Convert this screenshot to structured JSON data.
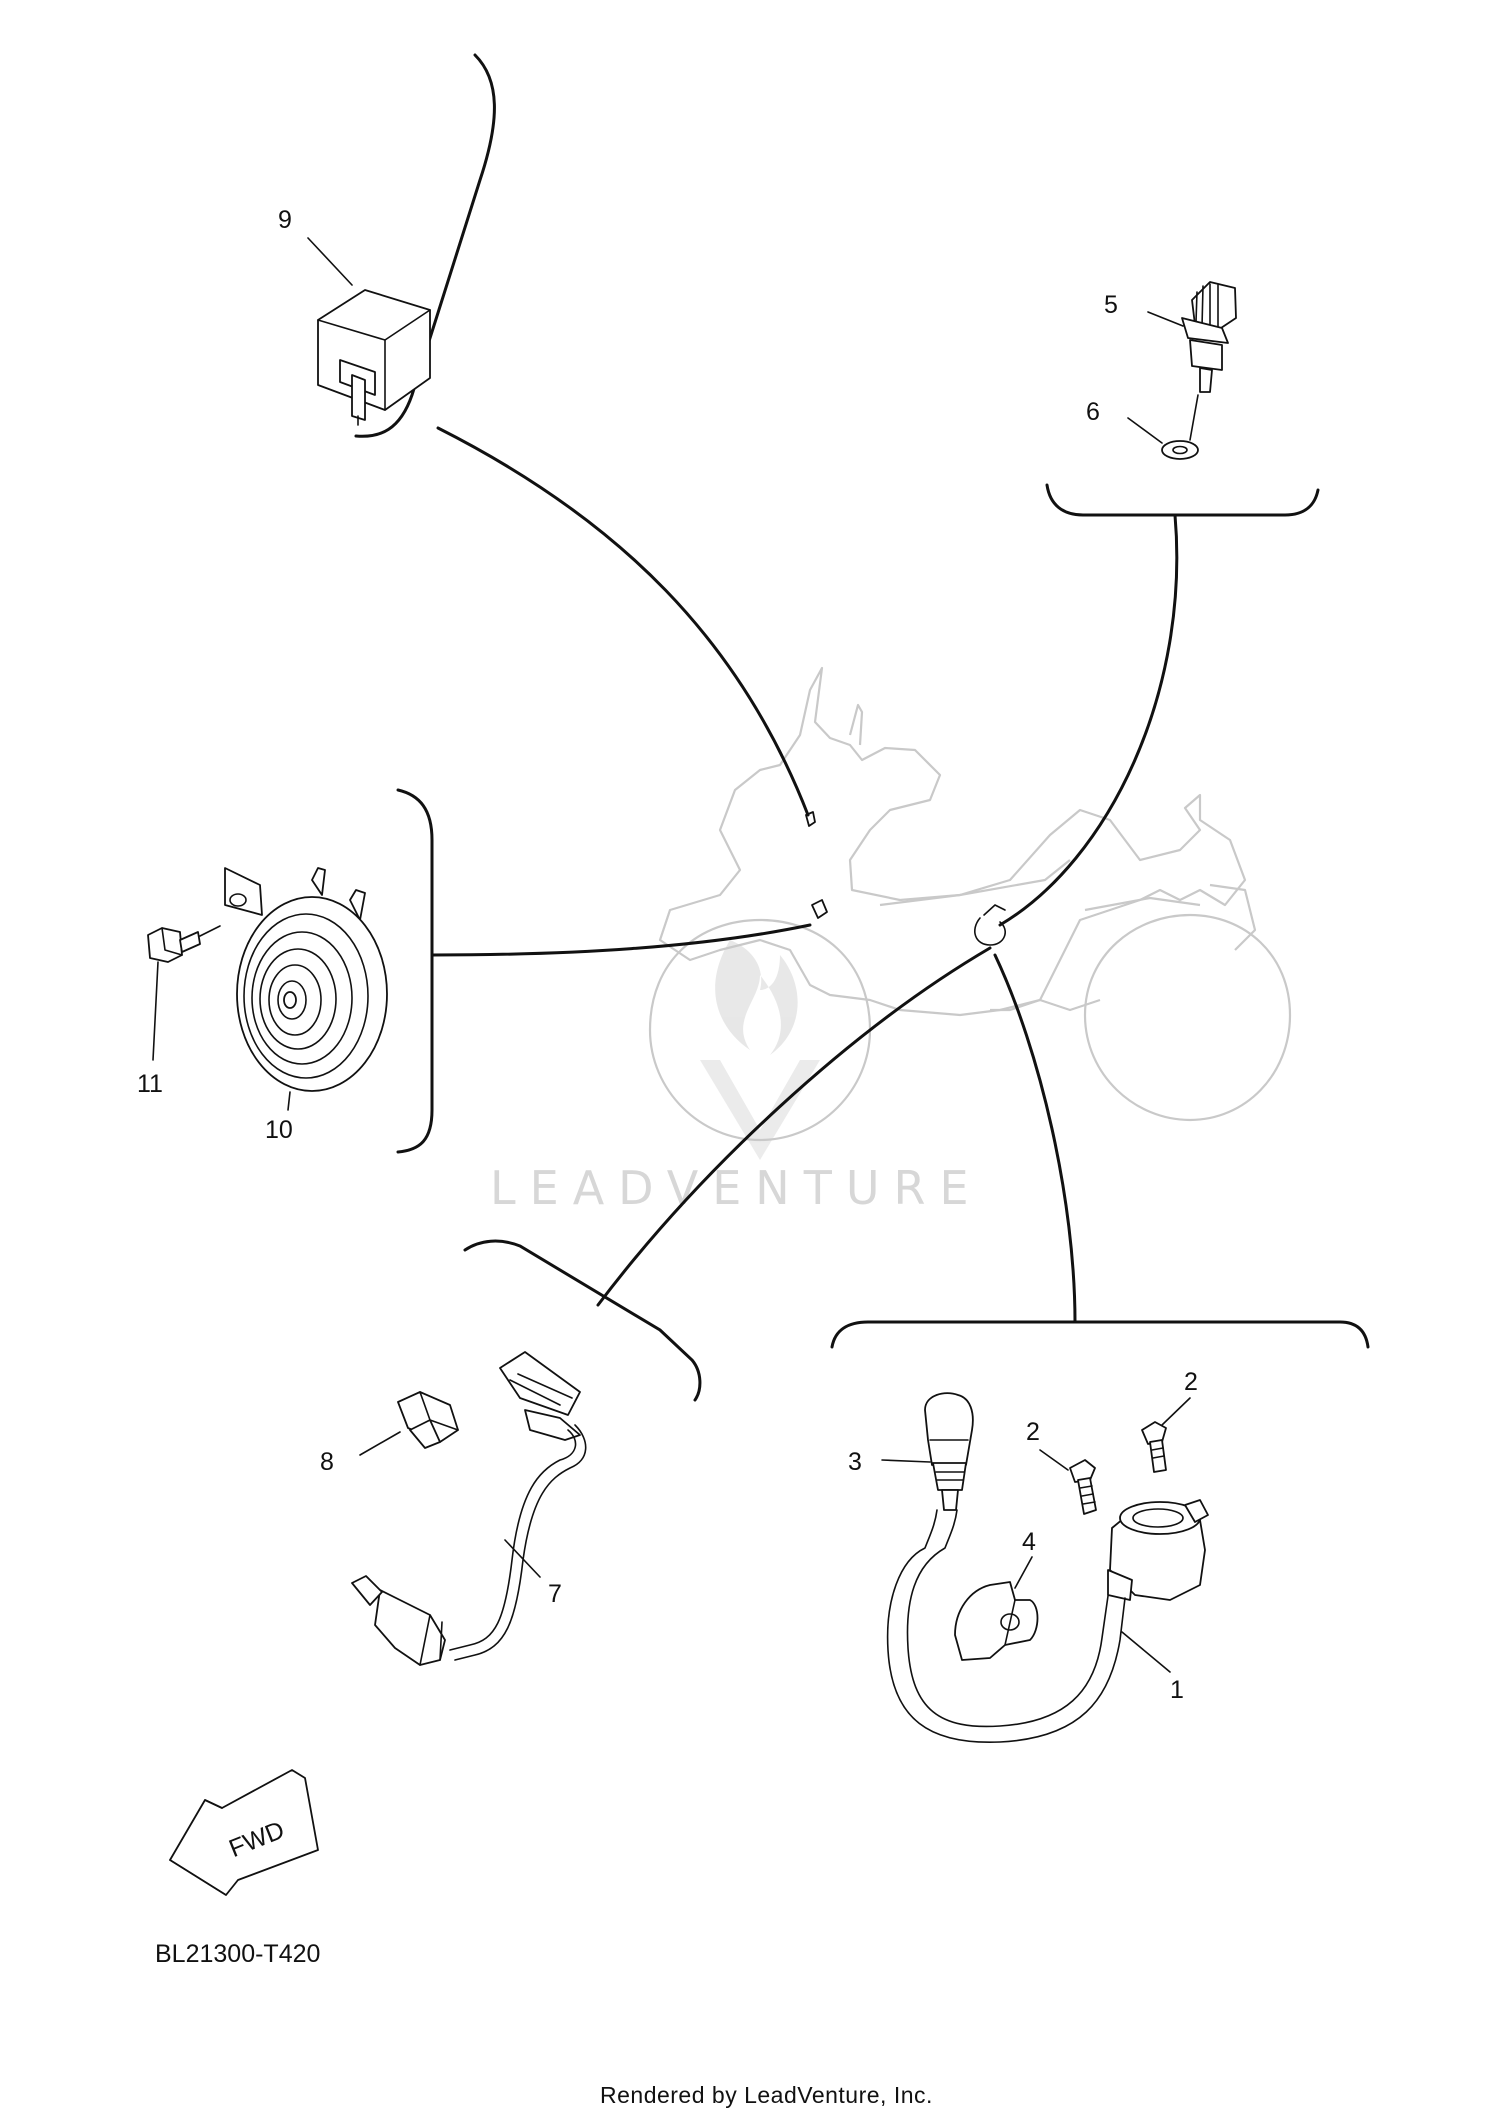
{
  "diagram": {
    "code": "BL21300-T420",
    "credit": "Rendered by LeadVenture, Inc.",
    "watermark": "LEADVENTURE",
    "fwd_label": "FWD",
    "callouts": {
      "c1": "1",
      "c2a": "2",
      "c2b": "2",
      "c3": "3",
      "c4": "4",
      "c5": "5",
      "c6": "6",
      "c7": "7",
      "c8": "8",
      "c9": "9",
      "c10": "10",
      "c11": "11"
    }
  },
  "icons": {
    "relay": "relay-icon",
    "horn": "horn-icon",
    "temp_sensor": "temperature-sensor-icon",
    "ignition_coil": "ignition-coil-icon",
    "neutral_switch": "neutral-switch-icon",
    "fwd_arrow": "forward-arrow-icon"
  }
}
